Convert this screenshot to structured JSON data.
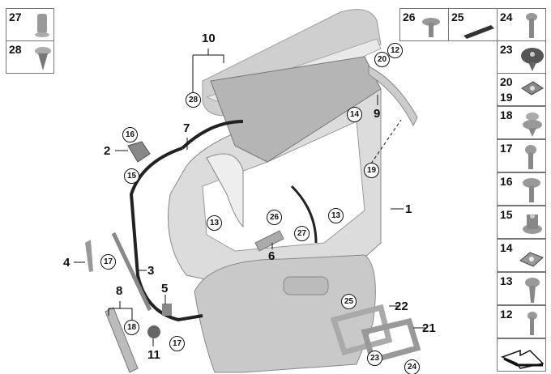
{
  "title": "Tailgate parts diagram",
  "callouts": {
    "c1": "1",
    "c2": "2",
    "c3": "3",
    "c4": "4",
    "c5": "5",
    "c6": "6",
    "c7": "7",
    "c8": "8",
    "c9": "9",
    "c10": "10",
    "c11": "11",
    "c21": "21",
    "c22": "22",
    "r28": "28",
    "r20": "20",
    "r12": "12",
    "r14": "14",
    "r16": "16",
    "r15": "15",
    "r19": "19",
    "r13a": "13",
    "r13b": "13",
    "r26": "26",
    "r27": "27",
    "r17a": "17",
    "r18": "18",
    "r17b": "17",
    "r25": "25",
    "r23": "23",
    "r24": "24"
  },
  "boxes": {
    "b27": "27",
    "b28": "28",
    "b26": "26",
    "b25": "25",
    "b24": "24",
    "b23": "23",
    "b20": "20",
    "b19": "19",
    "b18": "18",
    "b17": "17",
    "b16": "16",
    "b15": "15",
    "b14": "14",
    "b13": "13",
    "b12": "12"
  }
}
